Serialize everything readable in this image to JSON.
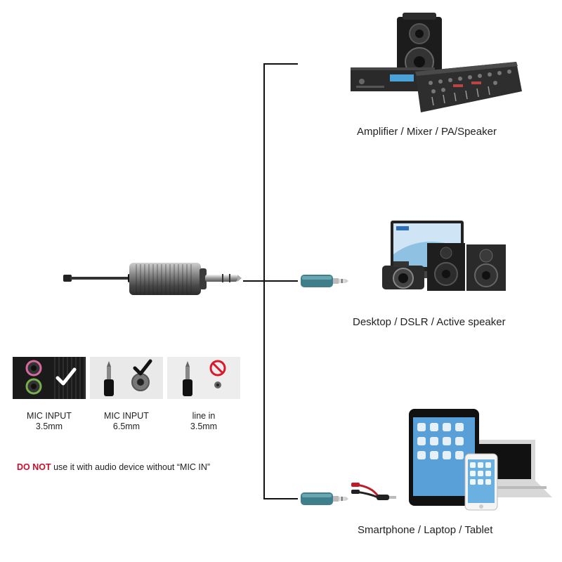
{
  "destinations": {
    "amplifier_label": "Amplifier / Mixer / PA/Speaker",
    "desktop_label": "Desktop / DSLR / Active speaker",
    "mobile_label": "Smartphone / Laptop / Tablet"
  },
  "inputs": [
    {
      "line1": "MIC INPUT",
      "line2": "3.5mm",
      "status": "check"
    },
    {
      "line1": "MIC INPUT",
      "line2": "6.5mm",
      "status": "check"
    },
    {
      "line1": "line in",
      "line2": "3.5mm",
      "status": "prohibited"
    }
  ],
  "warning": {
    "emphasis": "DO NOT",
    "rest": " use it with audio device without “MIC IN”"
  },
  "colors": {
    "warning_red": "#c8102e",
    "adapter_teal": "#3f7f8c",
    "line": "#111111",
    "prohibited_red": "#d9182a"
  },
  "icons": [
    "check-icon",
    "prohibited-icon",
    "jack-plug-icon",
    "socket-icon"
  ]
}
